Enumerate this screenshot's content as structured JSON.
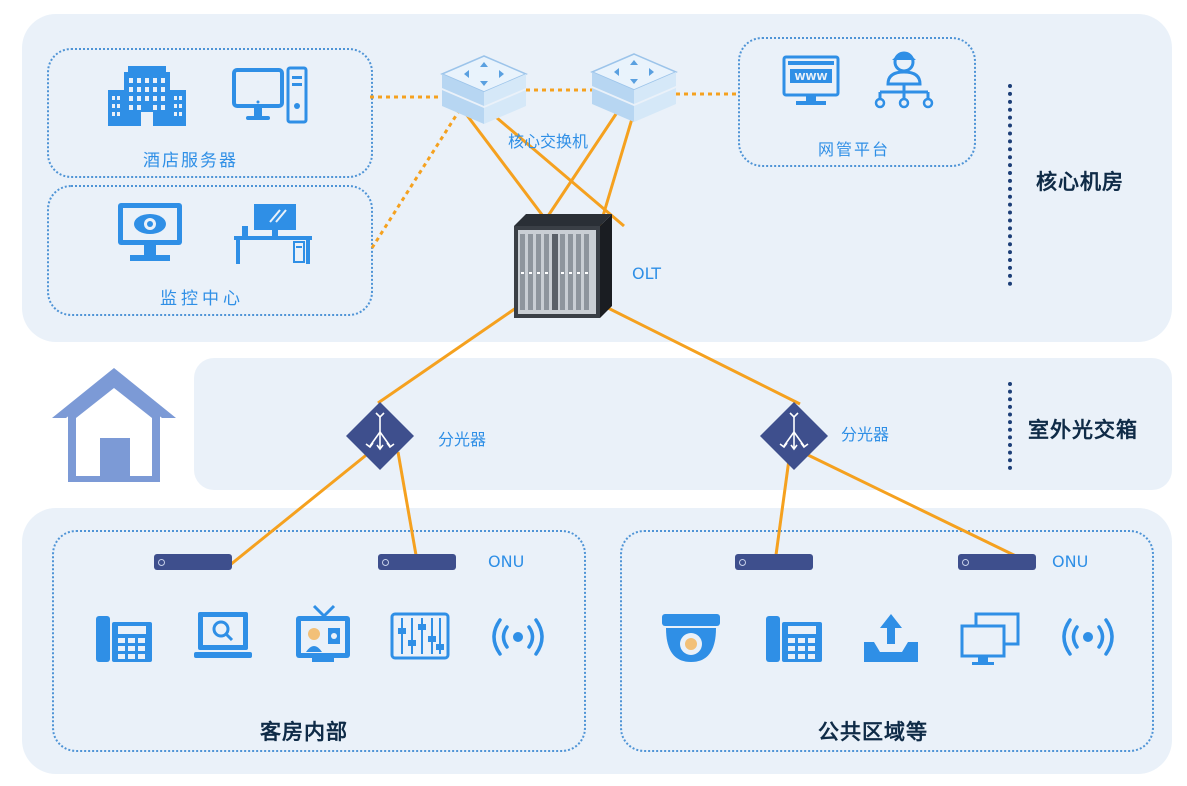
{
  "core_room": {
    "zone_label": "核心机房",
    "hotel_server_label": "酒店服务器",
    "monitor_center_label": "监控中心",
    "core_switch_label": "核心交换机",
    "nms_label": "网管平台",
    "olt_label": "OLT"
  },
  "outdoor_box": {
    "zone_label": "室外光交箱",
    "splitter_left_label": "分光器",
    "splitter_right_label": "分光器"
  },
  "guest_room": {
    "zone_label": "客房内部",
    "onu_label": "ONU",
    "icons": [
      "phone-icon",
      "computer-search-icon",
      "tv-icon",
      "mixer-icon",
      "wifi-icon"
    ]
  },
  "public_area": {
    "zone_label": "公共区域等",
    "onu_label": "ONU",
    "icons": [
      "camera-icon",
      "phone-icon",
      "upload-tray-icon",
      "multi-screen-icon",
      "wifi-icon"
    ]
  },
  "colors": {
    "link_orange": "#f5a11f",
    "icon_blue": "#2f8fe6",
    "zone_text": "#0f2b47",
    "onu_navy": "#3e4f8d",
    "splitter_navy": "#3e4f8d",
    "panel_bg": "#eaf1f9"
  }
}
